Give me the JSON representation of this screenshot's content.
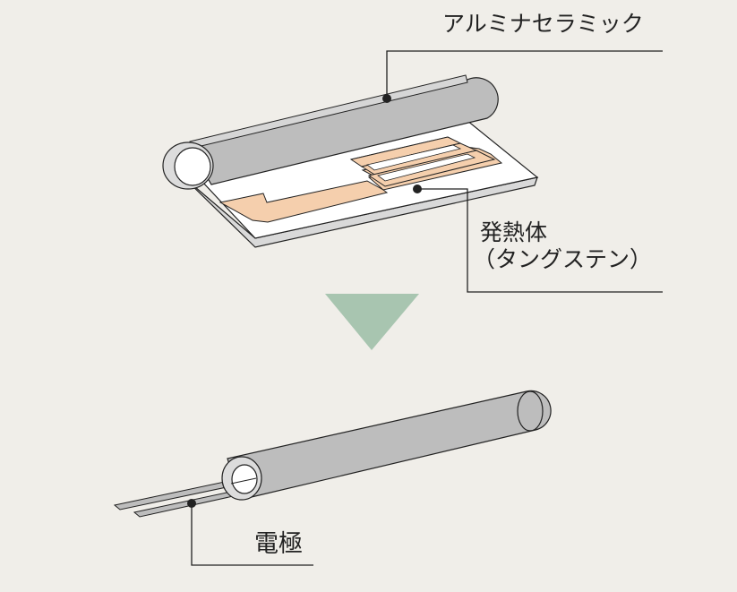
{
  "labels": {
    "alumina": "アルミナセラミック",
    "heater_line1": "発熱体",
    "heater_line2": "（タングステン）",
    "electrode": "電極"
  },
  "colors": {
    "background": "#f0eee9",
    "ceramic_gray": "#bdbdbd",
    "sheet_white": "#ffffff",
    "heater_pattern": "#f5cfad",
    "arrow": "#a8c5b0",
    "line": "#222222"
  }
}
